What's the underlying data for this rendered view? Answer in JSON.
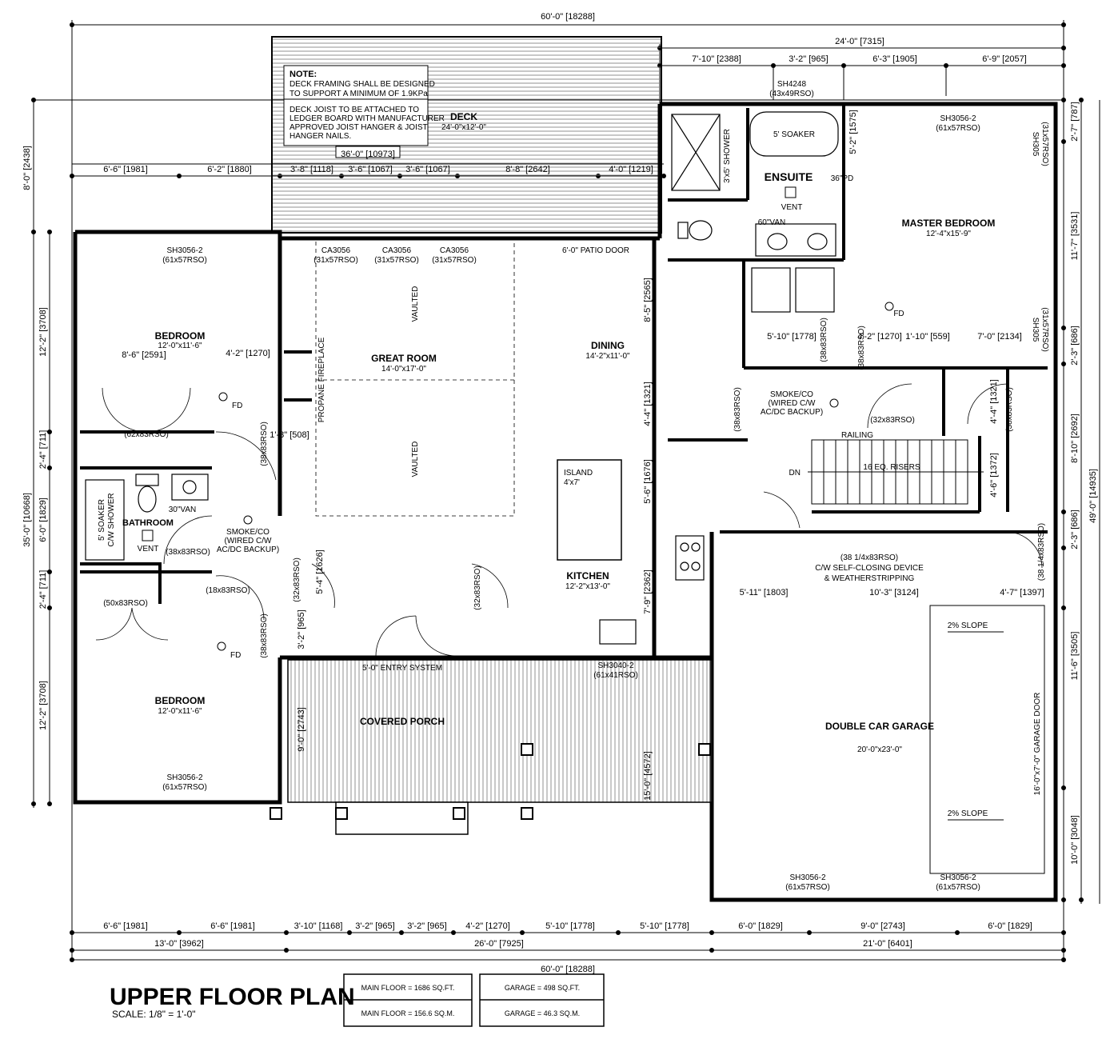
{
  "title": "UPPER FLOOR PLAN",
  "scale": "SCALE: 1/8\" = 1'-0\"",
  "areas": {
    "main_sqft": "MAIN FLOOR = 1686 SQ.FT.",
    "main_sqm": "MAIN FLOOR = 156.6 SQ.M.",
    "garage_sqft": "GARAGE = 498 SQ.FT.",
    "garage_sqm": "GARAGE = 46.3 SQ.M."
  },
  "note": {
    "heading": "NOTE:",
    "lines": [
      "DECK FRAMING SHALL BE DESIGNED",
      "TO SUPPORT A MINIMUM OF 1.9KPa",
      "",
      "DECK JOIST TO BE ATTACHED TO",
      "LEDGER BOARD WITH MANUFACTURER",
      "APPROVED JOIST HANGER & JOIST",
      "HANGER NAILS."
    ]
  },
  "rooms": [
    {
      "name": "DECK",
      "size": "24'-0\"x12'-0\""
    },
    {
      "name": "ENSUITE",
      "size": ""
    },
    {
      "name": "MASTER BEDROOM",
      "size": "12'-4\"x15'-9\""
    },
    {
      "name": "BEDROOM",
      "size": "12'-0\"x11'-6\""
    },
    {
      "name": "GREAT ROOM",
      "size": "14'-0\"x17'-0\""
    },
    {
      "name": "DINING",
      "size": "14'-2\"x11'-0\""
    },
    {
      "name": "BATHROOM",
      "size": ""
    },
    {
      "name": "KITCHEN",
      "size": "12'-2\"x13'-0\""
    },
    {
      "name": "BEDROOM",
      "size": "12'-0\"x11'-6\""
    },
    {
      "name": "COVERED PORCH",
      "size": ""
    },
    {
      "name": "DOUBLE CAR GARAGE",
      "size": "20'-0\"x23'-0\""
    }
  ],
  "labels": {
    "soaker": "5' SOAKER",
    "shower": "3'x5' SHOWER",
    "pd36": "36\"PD",
    "van60": "60\"VAN",
    "vent": "VENT",
    "fd": "FD",
    "sh4248": "SH4248",
    "sh4248s": "(43x49RSO)",
    "sh3056": "SH3056-2",
    "rso6157": "(61x57RSO)",
    "sh305": "SH305",
    "rso3157": "(31x57RSO)",
    "ca3056": "CA3056",
    "patio": "6'-0\" PATIO DOOR",
    "vaulted": "VAULTED",
    "propane": "PROPANE FIREPLACE",
    "island": "ISLAND",
    "island_size": "4'x7'",
    "smoke": "SMOKE/CO",
    "wired": "(WIRED C/W",
    "acdc": "AC/DC BACKUP)",
    "railing": "RAILING",
    "risers": "16 EQ. RISERS",
    "dn": "DN",
    "rso6283": "(62x83RSO)",
    "rso3883": "(38x83RSO)",
    "rso5083": "(50x83RSO)",
    "rso1883": "(18x83RSO)",
    "rso3283": "(32x83RSO)",
    "rso32b": "(32x83RSO)",
    "rso3883b": "(38 1/4x83RSO)",
    "selfclose": "C/W SELF-CLOSING DEVICE",
    "weather": "& WEATHERSTRIPPING",
    "entry": "5'-0\" ENTRY SYSTEM",
    "sh3040": "SH3040-2",
    "rso6141": "(61x41RSO)",
    "slope": "2% SLOPE",
    "garage_door": "16'-0\"x7'-0\" GARAGE DOOR",
    "van30": "30\"VAN",
    "soaker_shower1": "5' SOAKER",
    "soaker_shower2": "C/W SHOWER"
  },
  "dims": {
    "top_total": "60'-0\" [18288]",
    "deck_w": "24'-0\" [7315]",
    "t1": "7'-10\" [2388]",
    "t2": "3'-2\" [965]",
    "t3": "6'-3\" [1905]",
    "t4": "6'-9\" [2057]",
    "deck36": "36'-0\" [10973]",
    "r1": "6'-6\" [1981]",
    "r2": "6'-2\" [1880]",
    "r3": "3'-8\" [1118]",
    "r4": "3'-6\" [1067]",
    "r5": "3'-6\" [1067]",
    "r6": "8'-8\" [2642]",
    "r7": "4'-0\" [1219]",
    "b1": "6'-6\" [1981]",
    "b2": "6'-6\" [1981]",
    "b3": "3'-10\" [1168]",
    "b4": "3'-2\" [965]",
    "b5": "3'-2\" [965]",
    "b6": "4'-2\" [1270]",
    "b7": "5'-10\" [1778]",
    "b8": "5'-10\" [1778]",
    "b9": "6'-0\" [1829]",
    "b10": "9'-0\" [2743]",
    "b11": "6'-0\" [1829]",
    "bb1": "13'-0\" [3962]",
    "bb2": "26'-0\" [7925]",
    "bb3": "21'-0\" [6401]",
    "bottom_total": "60'-0\" [18288]",
    "l_deck": "8'-0\" [2438]",
    "l1": "12'-2\" [3708]",
    "l2": "2'-4\" [711]",
    "l3": "6'-0\" [1829]",
    "l4": "2'-4\" [711]",
    "l5": "12'-2\" [3708]",
    "l_total": "35'-0\" [10668]",
    "rr1": "2'-7\" [787]",
    "rr2": "11'-7\" [3531]",
    "rr3": "2'-3\" [686]",
    "rr4": "8'-10\" [2692]",
    "rr5": "2'-3\" [686]",
    "rr6": "11'-6\" [3505]",
    "rr7": "10'-0\" [3048]",
    "rr_total": "49'-0\" [14935]",
    "i1": "5'-2\" [1575]",
    "i2": "8'-5\" [2565]",
    "i3": "4'-4\" [1321]",
    "i4": "5'-6\" [1676]",
    "i5": "7'-9\" [2362]",
    "i6": "15'-0\" [4572]",
    "i7": "9'-0\" [2743]",
    "i8": "5'-4\" [1626]",
    "i9": "3'-2\" [965]",
    "i10": "8'-6\" [2591]",
    "i11": "4'-2\" [1270]",
    "i12": "1'-8\" [508]",
    "i13": "5'-10\" [1778]",
    "i14": "4'-2\" [1270]",
    "i15": "1'-10\" [559]",
    "i16": "7'-0\" [2134]",
    "i17": "4'-4\" [1321]",
    "i18": "4'-6\" [1372]",
    "i19": "5'-11\" [1803]",
    "i20": "10'-3\" [3124]",
    "i21": "4'-7\" [1397]"
  }
}
